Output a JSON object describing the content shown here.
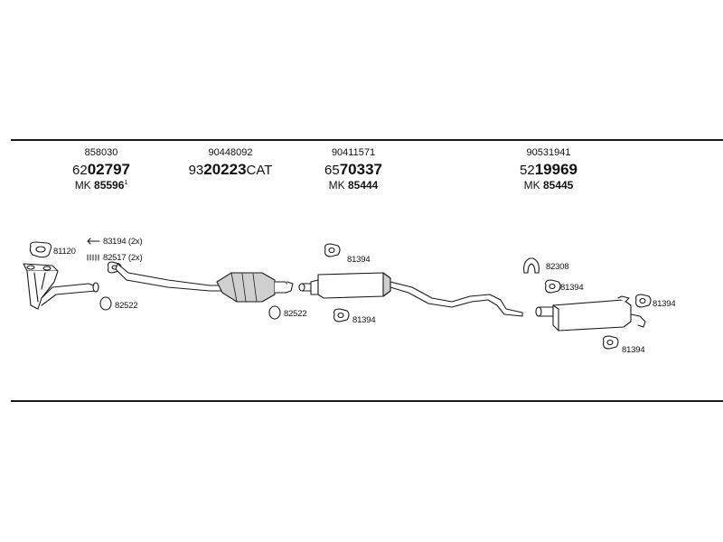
{
  "columns": [
    {
      "ref": "858030",
      "code_prefix": "62",
      "code_main": "02797",
      "code_suffix": "",
      "mk_prefix": "MK ",
      "mk_main": "85596",
      "mk_note": "1"
    },
    {
      "ref": "90448092",
      "code_prefix": "93",
      "code_main": "20223",
      "code_suffix": "CAT",
      "mk_prefix": "",
      "mk_main": "",
      "mk_note": ""
    },
    {
      "ref": "90411571",
      "code_prefix": "65",
      "code_main": "70337",
      "code_suffix": "",
      "mk_prefix": "MK ",
      "mk_main": "85444",
      "mk_note": ""
    },
    {
      "ref": "90531941",
      "code_prefix": "52",
      "code_main": "19969",
      "code_suffix": "",
      "mk_prefix": "MK ",
      "mk_main": "85445",
      "mk_note": ""
    }
  ],
  "parts": {
    "p81120": "81120",
    "p83194": "83194 (2x)",
    "p82517": "82517 (2x)",
    "p82522a": "82522",
    "p82522b": "82522",
    "p81394a": "81394",
    "p81394b": "81394",
    "p82308": "82308",
    "p81394c": "81394",
    "p81394d": "81394",
    "p81394e": "81394"
  },
  "colors": {
    "line": "#1a1a1a",
    "fill": "#ffffff",
    "shade": "#cfcfcf"
  }
}
